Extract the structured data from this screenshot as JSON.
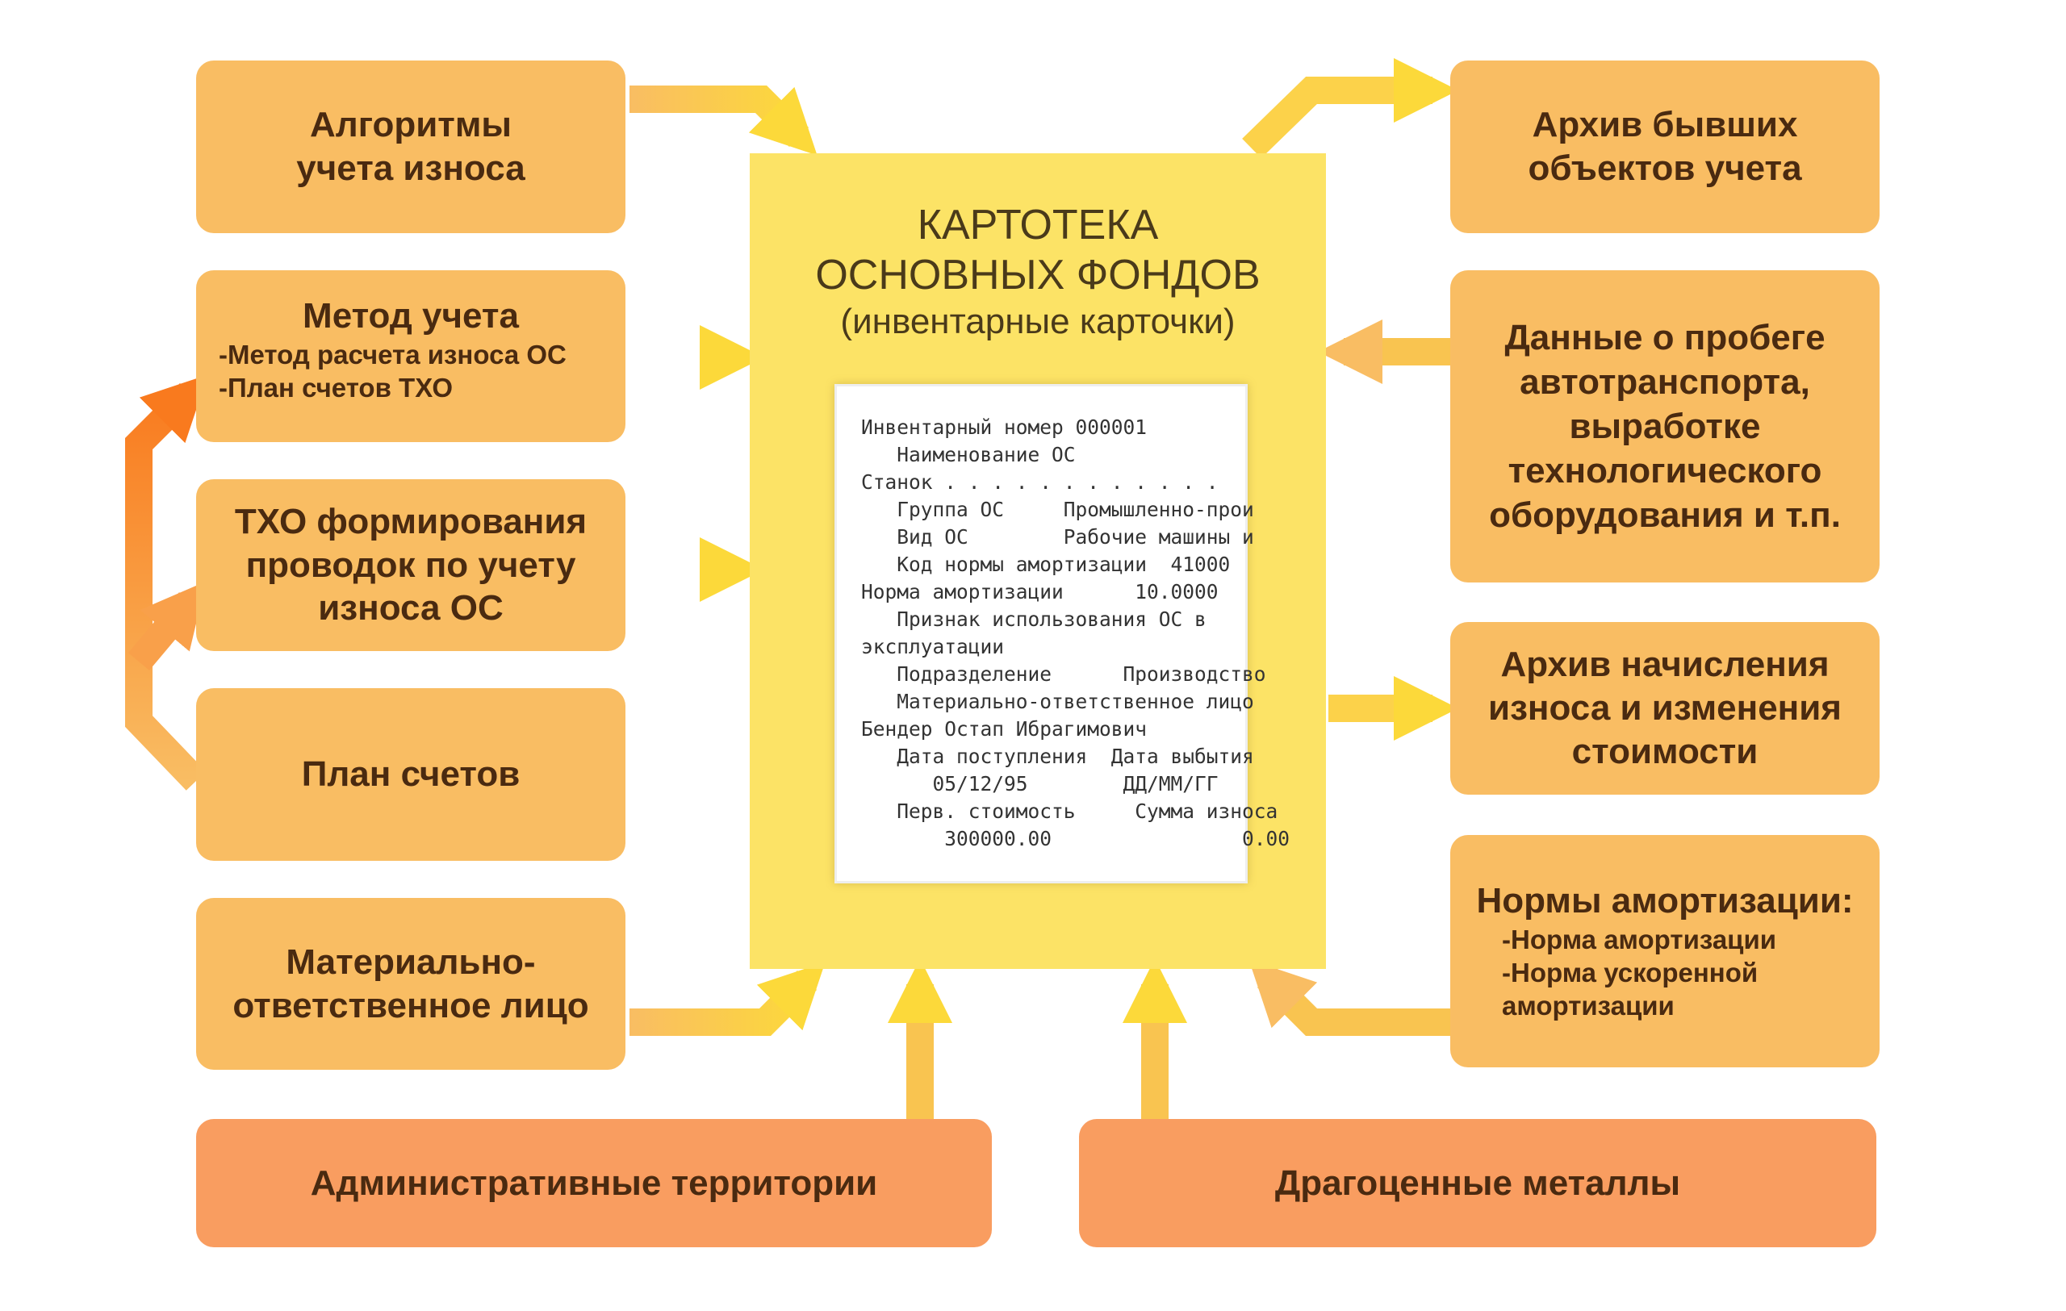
{
  "center": {
    "title_line1": "КАРТОТЕКА",
    "title_line2": "ОСНОВНЫХ ФОНДОВ",
    "title_line3": "(инвентарные карточки)",
    "card_lines": [
      "Инвентарный номер 000001",
      "   Наименование ОС",
      "Станок . . . . . . . . . . . .",
      "   Группа ОС     Промышленно-прои",
      "   Вид ОС        Рабочие машины и",
      "   Код нормы амортизации  41000",
      "Норма амортизации      10.0000",
      "   Признак использования ОС в",
      "эксплуатации",
      "   Подразделение      Производство",
      "   Материально-ответственное лицо",
      "Бендер Остап Ибрагимович",
      "   Дата поступления  Дата выбытия",
      "      05/12/95        ДД/ММ/ГГ",
      "   Перв. стоимость     Сумма износа",
      "       300000.00                0.00"
    ]
  },
  "left": {
    "algorithms": "Алгоритмы учета износа",
    "method_title": "Метод учета",
    "method_sub1": "-Метод расчета износа ОС",
    "method_sub2": "-План счетов ТХО",
    "txo": "ТХО формирования проводок по учету износа ОС",
    "chart_of_accounts": "План счетов",
    "responsible": "Материально-ответственное лицо"
  },
  "right": {
    "archive_objects": "Архив бывших объектов учета",
    "mileage": "Данные о пробеге автотранспорта, выработке технологического оборудования и т.п.",
    "archive_depr": "Архив начисления износа и изменения стоимости",
    "norms_title": "Нормы амортизации:",
    "norms_sub1": "-Норма амортизации",
    "norms_sub2": "-Норма ускоренной амортизации"
  },
  "bottom": {
    "territories": "Административные территории",
    "metals": "Драгоценные металлы"
  },
  "colors": {
    "box": "#F9BD63",
    "bottom_box": "#F99D60",
    "center": "#FCE366",
    "arrow": "#F9C94A",
    "orange_arrow": "#F97A1E"
  }
}
